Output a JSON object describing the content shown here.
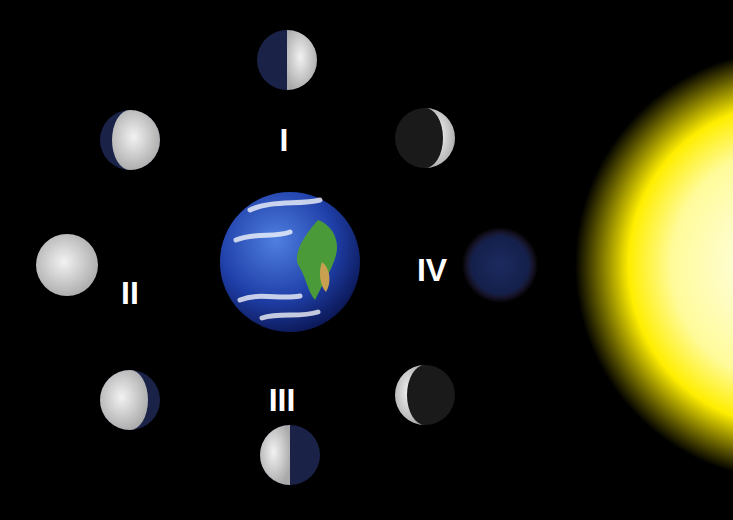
{
  "diagram": {
    "labels": [
      "I",
      "IV",
      "II",
      "III"
    ]
  }
}
